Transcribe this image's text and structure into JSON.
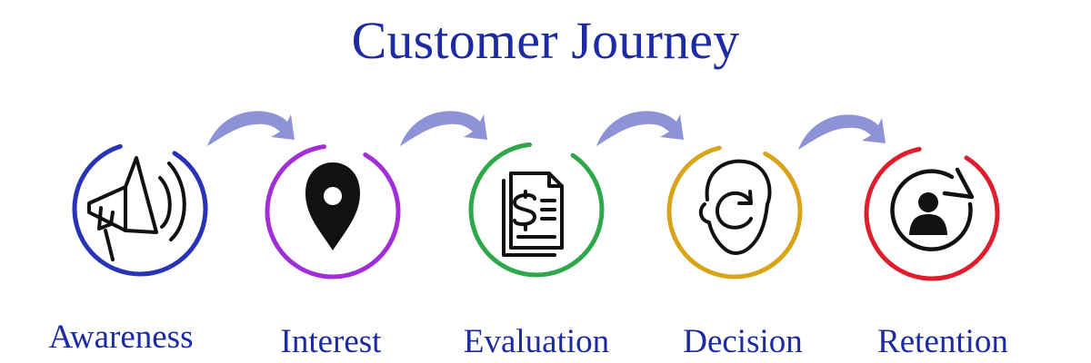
{
  "title": "Customer Journey",
  "colors": {
    "title_text": "#1c2ba3",
    "label_text": "#1c2ba3",
    "arrow": "#8e93d7",
    "icon": "#111111"
  },
  "stages": [
    {
      "label": "Awareness",
      "icon": "megaphone-icon",
      "ring_color": "#2933b8"
    },
    {
      "label": "Interest",
      "icon": "location-pin-icon",
      "ring_color": "#a12ed9"
    },
    {
      "label": "Evaluation",
      "icon": "invoice-document-icon",
      "ring_color": "#2ea84a"
    },
    {
      "label": "Decision",
      "icon": "head-refresh-icon",
      "ring_color": "#d8a51a"
    },
    {
      "label": "Retention",
      "icon": "user-refresh-icon",
      "ring_color": "#df1d2d"
    }
  ]
}
